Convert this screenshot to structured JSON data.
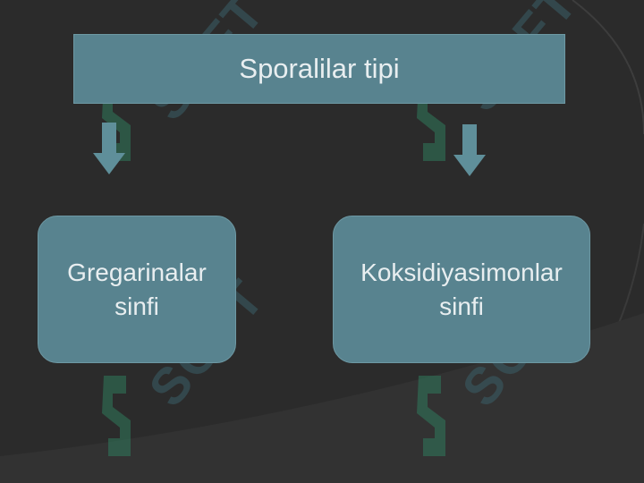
{
  "top_box": {
    "label": "Sporalilar tipi"
  },
  "left_box": {
    "line1": "Gregarinalar",
    "line2": "sinfi"
  },
  "right_box": {
    "line1": "Koksidiyasimonlar",
    "line2": "sinfi"
  },
  "watermark": {
    "text": "SOFT"
  },
  "colors": {
    "background": "#2b2b2b",
    "box_fill": "#58838f",
    "box_text": "#e8eef0",
    "arrow": "#5f8f9a",
    "watermark_green": "#2f7a5c"
  }
}
